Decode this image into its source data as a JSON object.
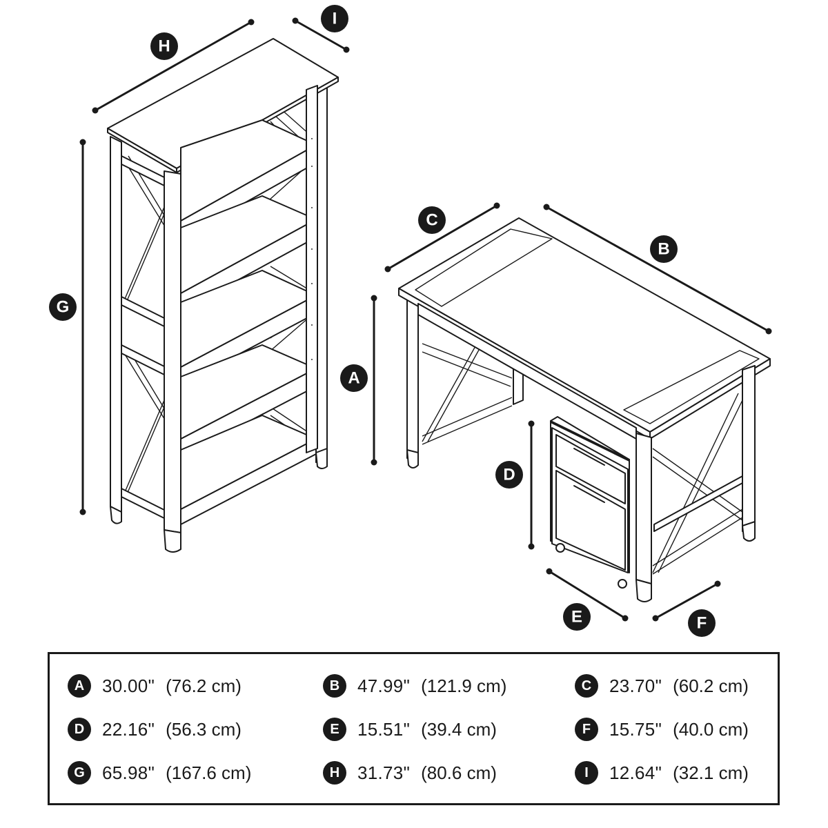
{
  "dimensions": [
    {
      "key": "A",
      "inches": "30.00\"",
      "cm": "(76.2 cm)"
    },
    {
      "key": "B",
      "inches": "47.99\"",
      "cm": "(121.9 cm)"
    },
    {
      "key": "C",
      "inches": "23.70\"",
      "cm": "(60.2 cm)"
    },
    {
      "key": "D",
      "inches": "22.16\"",
      "cm": "(56.3 cm)"
    },
    {
      "key": "E",
      "inches": "15.51\"",
      "cm": "(39.4 cm)"
    },
    {
      "key": "F",
      "inches": "15.75\"",
      "cm": "(40.0 cm)"
    },
    {
      "key": "G",
      "inches": "65.98\"",
      "cm": "(167.6 cm)"
    },
    {
      "key": "H",
      "inches": "31.73\"",
      "cm": "(80.6 cm)"
    },
    {
      "key": "I",
      "inches": "12.64\"",
      "cm": "(32.1 cm)"
    }
  ],
  "colors": {
    "ink": "#1a1a1a",
    "background": "#ffffff"
  }
}
